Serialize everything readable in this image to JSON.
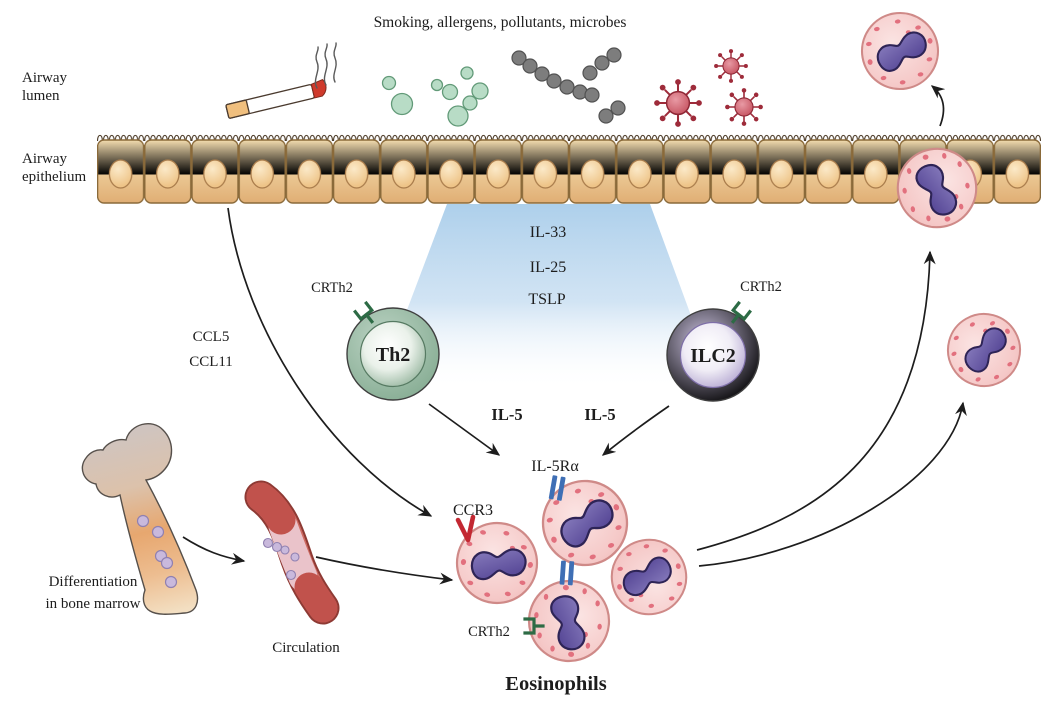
{
  "title": "Smoking, allergens, pollutants, microbes",
  "labels": {
    "airway_lumen": [
      "Airway",
      "lumen"
    ],
    "airway_epithelium": [
      "Airway",
      "epithelium"
    ],
    "chemokines": [
      "CCL5",
      "CCL11"
    ],
    "alarmins": [
      "IL-33",
      "IL-25",
      "TSLP"
    ],
    "crth2_on_th2": "CRTh2",
    "crth2_on_ilc2": "CRTh2",
    "crth2_on_eosinophil": "CRTh2",
    "th2_cell": "Th2",
    "ilc2_cell": "ILC2",
    "il5_from_th2": "IL-5",
    "il5_from_ilc2": "IL-5",
    "il5_receptor": "IL-5Rα",
    "ccr3_receptor": "CCR3",
    "eosinophils": "Eosinophils",
    "bone_marrow": [
      "Differentiation",
      "in bone marrow"
    ],
    "circulation": "Circulation"
  },
  "colors": {
    "background": "#ffffff",
    "ink": "#1d1d1d",
    "epithelium_fill": "#e9c58e",
    "epithelium_outline": "#8a6a3a",
    "cilia_brown": "#4e3d2a",
    "funnel_blue": "#a9cdea",
    "th2_green": "#8fb49b",
    "ilc2_lavender": "#b5a8d4",
    "eosinophil_pink": "#f5c9c8",
    "eosinophil_outline": "#cf8a88",
    "eosinophil_nucleus": "#5a4a96",
    "granule_red": "#e2707e",
    "ccr3_red": "#c32832",
    "il5ra_blue": "#3f6fb5",
    "crth2_green": "#2d6b45",
    "allergen_green": "#b8dcc6",
    "pollutant_gray": "#7d7d7d",
    "microbe_red": "#c14a58",
    "bone_gray": "#cfc4c0",
    "bone_marrow_orange": "#e7a76f",
    "vessel_red": "#cd6a62"
  }
}
